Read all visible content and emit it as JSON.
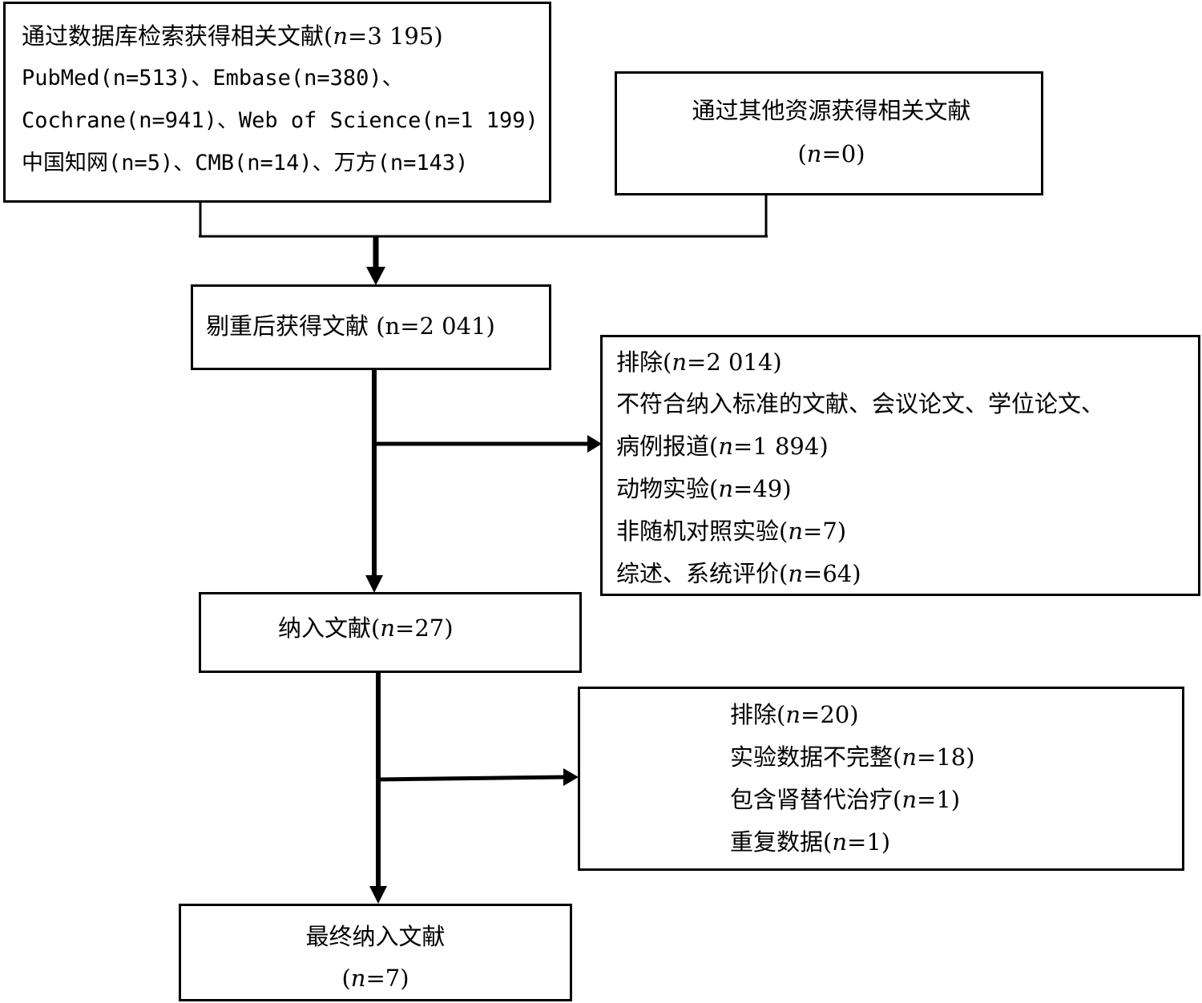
{
  "source_db_box": {
    "line1_text": "通过数据库检索获得相关文献(",
    "line1_n": "n",
    "line1_value": "=3 195)",
    "line2": "PubMed(n=513)、Embase(n=380)、",
    "line3": "Cochrane(n=941)、Web of Science(n=1 199)",
    "line4": "中国知网(n=5)、CMB(n=14)、万方(n=143)"
  },
  "other_source_box": {
    "line1": "通过其他资源获得相关文献",
    "line2_open": "(",
    "line2_n": "n",
    "line2_value": "=0)"
  },
  "dedup_box": {
    "label": "剔重后获得文献 (n=2 041)"
  },
  "exclude1_box": {
    "heading": "排除(",
    "heading_n": "n",
    "heading_value": "=2 014)",
    "reason1": "不符合纳入标准的文献、会议论文、学位论文、",
    "reason2_text": "病例报道(",
    "reason2_n": "n",
    "reason2_value": "=1 894)",
    "reason3_text": "动物实验(",
    "reason3_n": "n",
    "reason3_value": "=49)",
    "reason4_text": "非随机对照实验(",
    "reason4_n": "n",
    "reason4_value": "=7)",
    "reason5_text": "综述、系统评价(",
    "reason5_n": "n",
    "reason5_value": "=64)"
  },
  "included_box": {
    "label_text": "纳入文献(",
    "label_n": "n",
    "label_value": "=27)"
  },
  "exclude2_box": {
    "heading": "排除(",
    "heading_n": "n",
    "heading_value": "=20)",
    "reason1_text": "实验数据不完整(",
    "reason1_n": "n",
    "reason1_value": "=18)",
    "reason2_text": "包含肾替代治疗(",
    "reason2_n": "n",
    "reason2_value": "=1)",
    "reason3_text": "重复数据(",
    "reason3_n": "n",
    "reason3_value": "=1)"
  },
  "final_box": {
    "line1": "最终纳入文献",
    "line2_open": "(",
    "line2_n": "n",
    "line2_value": "=7)"
  }
}
